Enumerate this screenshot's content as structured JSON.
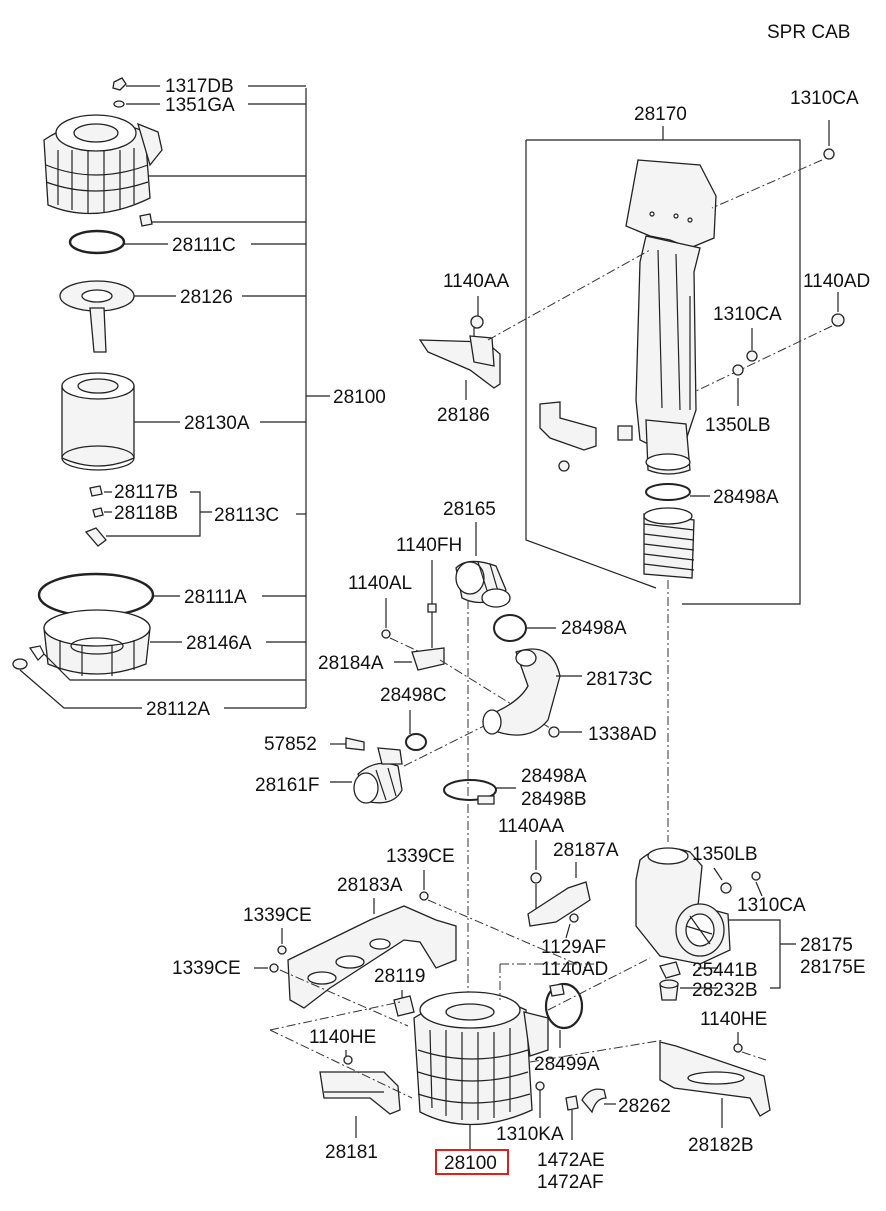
{
  "header": {
    "label": "SPR CAB"
  },
  "labels": {
    "l1317DB": "1317DB",
    "l1351GA": "1351GA",
    "l28111C": "28111C",
    "l28126": "28126",
    "l28130A": "28130A",
    "l28100_top": "28100",
    "l28117B": "28117B",
    "l28118B": "28118B",
    "l28113C": "28113C",
    "l28111A": "28111A",
    "l28146A": "28146A",
    "l28112A": "28112A",
    "l28170": "28170",
    "l1310CA_1": "1310CA",
    "l1140AA_1": "1140AA",
    "l1140AD_1": "1140AD",
    "l1310CA_2": "1310CA",
    "l28186": "28186",
    "l1350LB_1": "1350LB",
    "l28498A_1": "28498A",
    "l28165": "28165",
    "l1140FH": "1140FH",
    "l1140AL": "1140AL",
    "l28498A_2": "28498A",
    "l28184A": "28184A",
    "l28173C": "28173C",
    "l28498C": "28498C",
    "l57852": "57852",
    "l1338AD": "1338AD",
    "l28161F": "28161F",
    "l28498A_3": "28498A",
    "l28498B": "28498B",
    "l1140AA_2": "1140AA",
    "l28187A": "28187A",
    "l1339CE_1": "1339CE",
    "l1350LB_2": "1350LB",
    "l28183A": "28183A",
    "l1310CA_3": "1310CA",
    "l1339CE_2": "1339CE",
    "l1129AF": "1129AF",
    "l28175": "28175",
    "l1140AD_2": "1140AD",
    "l28175E": "28175E",
    "l1339CE_3": "1339CE",
    "l25441B": "25441B",
    "l28119": "28119",
    "l28232B": "28232B",
    "l1140HE_1": "1140HE",
    "l1140HE_2": "1140HE",
    "l28499A": "28499A",
    "l28262": "28262",
    "l1310KA": "1310KA",
    "l28181": "28181",
    "l28182B": "28182B",
    "l28100_main": "28100",
    "l1472AE": "1472AE",
    "l1472AF": "1472AF"
  },
  "colors": {
    "highlight": "#e02020",
    "line": "#222222",
    "background": "#ffffff"
  }
}
